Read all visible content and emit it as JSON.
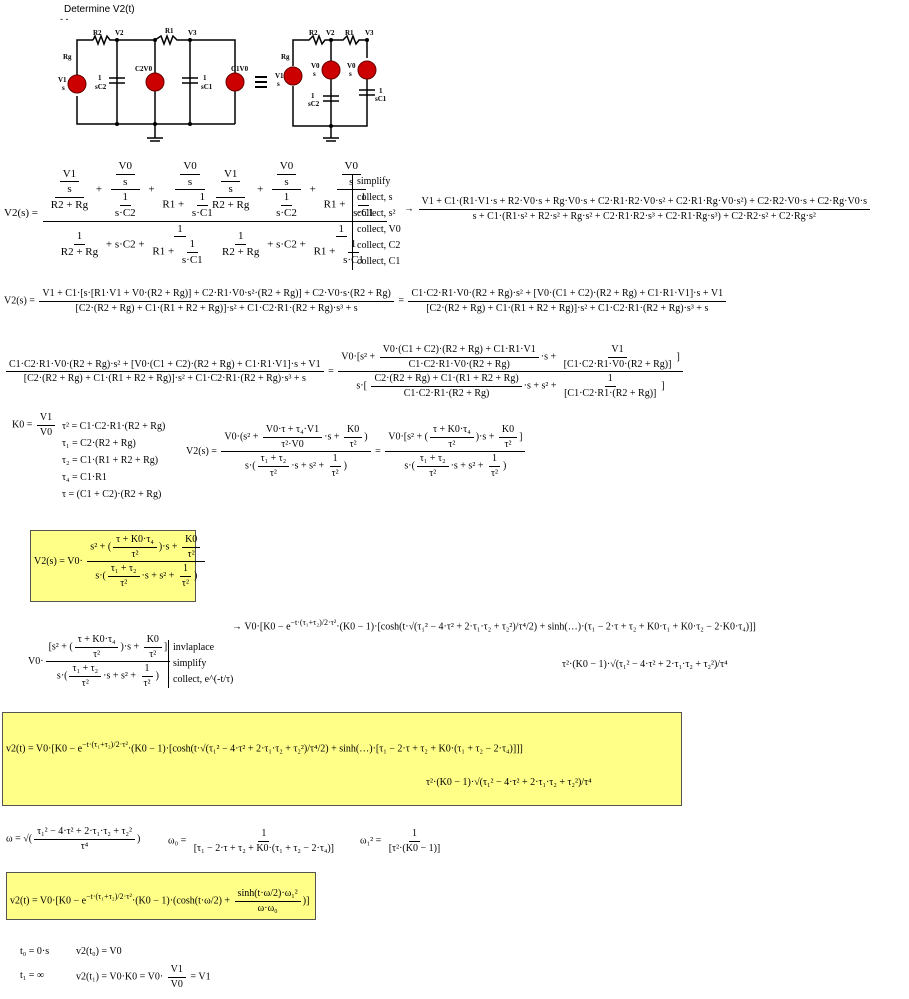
{
  "title": "Determine V2(t)",
  "circuit": {
    "labels": [
      "R2",
      "V2",
      "R1",
      "V3",
      "Rg",
      "V1",
      "s",
      "1",
      "sC2",
      "C2V0",
      "s",
      "1",
      "sC1",
      "C1V0",
      "R2",
      "V2",
      "R1",
      "V3",
      "Rg",
      "V0",
      "s",
      "V0",
      "s",
      "V1",
      "s",
      "1",
      "sC2",
      "1",
      "sC1"
    ]
  },
  "commands_1": [
    "simplify",
    "collect, s",
    "collect, s²",
    "collect, V0",
    "collect, C2",
    "collect, C1"
  ],
  "commands_2": [
    "invlaplace",
    "simplify",
    "collect, e^(-t/τ)"
  ],
  "eq1": {
    "lhs": "V2(s) =",
    "result_num": "V1 + C1·(R1·V1·s + R2·V0·s + Rg·V0·s + C2·R1·R2·V0·s² + C2·R1·Rg·V0·s²) + C2·R2·V0·s + C2·Rg·V0·s",
    "result_den": "s + C1·(R1·s² + R2·s² + Rg·s² + C2·R1·R2·s³ + C2·R1·Rg·s³) + C2·R2·s² + C2·Rg·s²"
  },
  "eq2": {
    "lhs": "V2(s) =",
    "num1": "V1 + C1·[s·[R1·V1 + V0·(R2 + Rg)] + C2·R1·V0·s²·(R2 + Rg)] + C2·V0·s·(R2 + Rg)",
    "den1": "[C2·(R2 + Rg) + C1·(R1 + R2 + Rg)]·s² + C1·C2·R1·(R2 + Rg)·s³ + s",
    "num2": "C1·C2·R1·V0·(R2 + Rg)·s² + [V0·(C1 + C2)·(R2 + Rg) + C1·R1·V1]·s + V1",
    "den2": "[C2·(R2 + Rg) + C1·(R1 + R2 + Rg)]·s² + C1·C2·R1·(R2 + Rg)·s³ + s"
  },
  "eq3": {
    "num": "C1·C2·R1·V0·(R2 + Rg)·s² + [V0·(C1 + C2)·(R2 + Rg) + C1·R1·V1]·s + V1",
    "den": "[C2·(R2 + Rg) + C1·(R1 + R2 + Rg)]·s² + C1·C2·R1·(R2 + Rg)·s³ + s",
    "rhs_a": "V0·(C1 + C2)·(R2 + Rg) + C1·R1·V1",
    "rhs_b": "C1·C2·R1·V0·(R2 + Rg)",
    "rhs_c": "V1",
    "rhs_d": "[C1·C2·R1·V0·(R2 + Rg)]",
    "rhs_e": "C2·(R2 + Rg) + C1·(R1 + R2 + Rg)",
    "rhs_f": "C1·C2·R1·(R2 + Rg)",
    "rhs_g": "1",
    "rhs_h": "[C1·C2·R1·(R2 + Rg)]"
  },
  "defs": {
    "k0_lhs": "K0 =",
    "k0_num": "V1",
    "k0_den": "V0",
    "tau2": "τ² = C1·C2·R1·(R2 + Rg)",
    "tau1": "τ₁ = C2·(R2 + Rg)",
    "tau_2": "τ₂ = C1·(R1 + R2 + Rg)",
    "tau4": "τ₄ = C1·R1",
    "tau": "τ = (C1 + C2)·(R2 + Rg)"
  },
  "eq4": {
    "lhs": "V2(s) =",
    "a": "V0·τ + τ₄·V1",
    "b": "τ²·V0",
    "c": "K0",
    "d": "τ²",
    "e": "τ₁ + τ₂",
    "f": "τ + K0·τ₄"
  },
  "boxed1": {
    "lhs": "V2(s) = V0·",
    "a": "τ + K0·τ₄",
    "b": "τ²",
    "c": "K0",
    "e": "τ₁ + τ₂",
    "one": "1"
  },
  "eq5": {
    "sqrt_expr": "τ₁² − 4·τ² + 2·τ₁·τ₂ + τ₂²",
    "den4": "τ⁴",
    "two": "2",
    "exp_num": "t·(τ₁+τ₂)",
    "exp_den": "2·τ²",
    "k0m1": "·(K0 − 1)·",
    "tail": "·(τ₁ − 2·τ + τ₂ + K0·τ₁ + K0·τ₂ − 2·K0·τ₄)",
    "den_tail": "τ²·(K0 − 1)·"
  },
  "boxed2": {
    "lhs": "v2(t) = V0·",
    "tail": "·[τ₁ − 2·τ + τ₂ + K0·(τ₁ + τ₂ − 2·τ₄)]"
  },
  "omegas": {
    "w_lhs": "ω =",
    "w0_lhs": "ω₀ =",
    "w0_den": "[τ₁ − 2·τ + τ₂ + K0·(τ₁ + τ₂ − 2·τ₄)]",
    "w1_lhs": "ω₁² =",
    "w1_den": "[τ²·(K0 − 1)]",
    "one": "1"
  },
  "boxed3": {
    "lhs": "v2(t) = V0·",
    "k0": "K0 − e",
    "k0m1": "·(K0 − 1)·",
    "cosh": "cosh",
    "tw": "t·ω",
    "two": "2",
    "sinh": "sinh",
    "w1": "·ω₁²",
    "ww0": "ω·ω₀"
  },
  "final": {
    "t0": "t₀ = 0·s",
    "v2t0": "v2(t₀) = V0",
    "t1": "t₁ = ∞",
    "v2t1": "v2(t₁) = V0·K0 = V0·",
    "v1": "V1",
    "v0": "V0",
    "eqv1": "= V1"
  }
}
